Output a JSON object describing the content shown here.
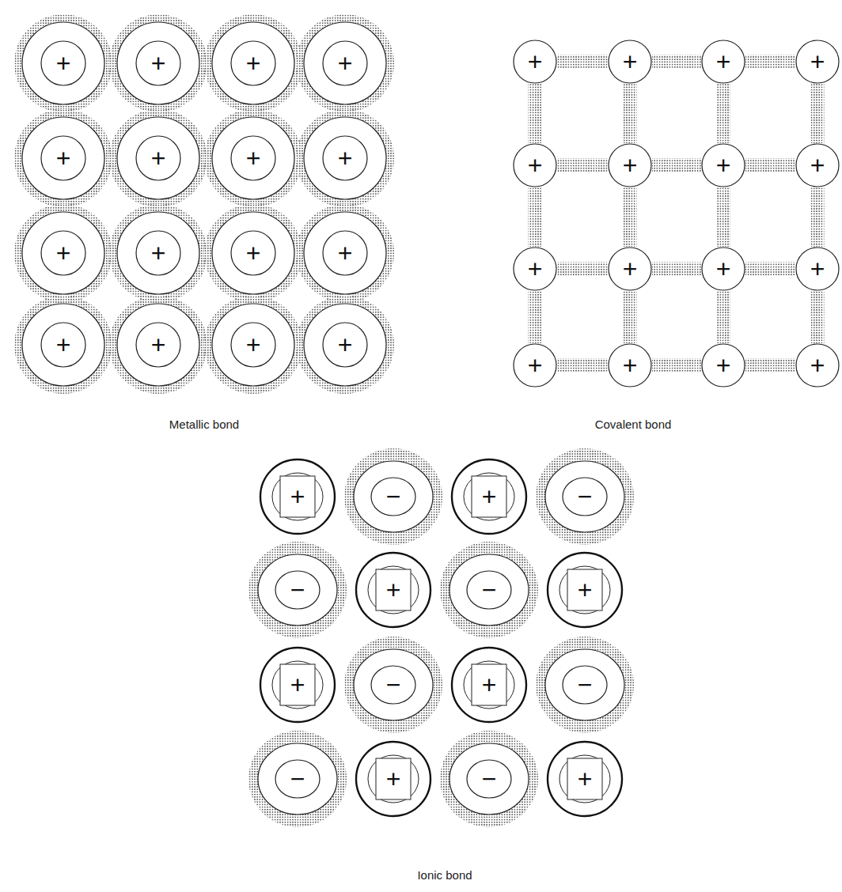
{
  "diagram": {
    "nodes": [
      {
        "text": [
          "+"
        ]
      },
      {
        "text": [
          "+"
        ]
      },
      {
        "text": [
          "+"
        ]
      },
      {
        "text": [
          "+"
        ]
      },
      {
        "text": [
          "+"
        ]
      },
      {
        "text": [
          "+"
        ]
      },
      {
        "text": [
          "+"
        ]
      },
      {
        "text": [
          "+"
        ]
      },
      {
        "text": [
          "+"
        ]
      },
      {
        "text": [
          "+"
        ]
      },
      {
        "text": [
          "+"
        ]
      },
      {
        "text": [
          "+"
        ]
      },
      {
        "text": [
          "+"
        ]
      },
      {
        "text": [
          "+"
        ]
      },
      {
        "text": [
          "+"
        ]
      },
      {
        "text": [
          "+"
        ]
      },
      {
        "text": [
          "+"
        ]
      },
      {
        "text": [
          "+"
        ]
      },
      {
        "text": [
          "+"
        ]
      },
      {
        "text": [
          "+"
        ]
      },
      {
        "text": [
          "+"
        ]
      },
      {
        "text": [
          "+"
        ]
      },
      {
        "text": [
          "+"
        ]
      },
      {
        "text": [
          "+"
        ]
      },
      {
        "text": [
          "+"
        ]
      },
      {
        "text": [
          "+"
        ]
      },
      {
        "text": [
          "+"
        ]
      },
      {
        "text": [
          "+"
        ]
      },
      {
        "text": [
          "+"
        ]
      },
      {
        "text": [
          "+"
        ]
      },
      {
        "text": [
          "+"
        ]
      },
      {
        "text": [
          "+"
        ]
      },
      {
        "text": [
          "+"
        ]
      },
      {
        "text": [
          "−"
        ]
      },
      {
        "text": [
          "+"
        ]
      },
      {
        "text": [
          "−"
        ]
      },
      {
        "text": [
          "−"
        ]
      },
      {
        "text": [
          "+"
        ]
      },
      {
        "text": [
          "−"
        ]
      },
      {
        "text": [
          "+"
        ]
      },
      {
        "text": [
          "+"
        ]
      },
      {
        "text": [
          "−"
        ]
      },
      {
        "text": [
          "+"
        ]
      },
      {
        "text": [
          "−"
        ]
      },
      {
        "text": [
          "−"
        ]
      },
      {
        "text": [
          "+"
        ]
      },
      {
        "text": [
          "−"
        ]
      },
      {
        "text": [
          "+"
        ]
      }
    ],
    "edges": [
      {
        "from": 16,
        "to": 17,
        "arrow": "none"
      },
      {
        "from": 17,
        "to": 18,
        "arrow": "none"
      },
      {
        "from": 18,
        "to": 19,
        "arrow": "none"
      },
      {
        "from": 20,
        "to": 21,
        "arrow": "none"
      },
      {
        "from": 21,
        "to": 22,
        "arrow": "none"
      },
      {
        "from": 22,
        "to": 23,
        "arrow": "none"
      },
      {
        "from": 24,
        "to": 25,
        "arrow": "none"
      },
      {
        "from": 25,
        "to": 26,
        "arrow": "none"
      },
      {
        "from": 26,
        "to": 27,
        "arrow": "none"
      },
      {
        "from": 28,
        "to": 29,
        "arrow": "none"
      },
      {
        "from": 29,
        "to": 30,
        "arrow": "none"
      },
      {
        "from": 30,
        "to": 31,
        "arrow": "none"
      },
      {
        "from": 16,
        "to": 20,
        "arrow": "none"
      },
      {
        "from": 17,
        "to": 21,
        "arrow": "none"
      },
      {
        "from": 18,
        "to": 22,
        "arrow": "none"
      },
      {
        "from": 19,
        "to": 23,
        "arrow": "none"
      },
      {
        "from": 20,
        "to": 24,
        "arrow": "none"
      },
      {
        "from": 21,
        "to": 25,
        "arrow": "none"
      },
      {
        "from": 22,
        "to": 26,
        "arrow": "none"
      },
      {
        "from": 23,
        "to": 27,
        "arrow": "none"
      },
      {
        "from": 24,
        "to": 28,
        "arrow": "none"
      },
      {
        "from": 25,
        "to": 29,
        "arrow": "none"
      },
      {
        "from": 26,
        "to": 30,
        "arrow": "none"
      },
      {
        "from": 27,
        "to": 31,
        "arrow": "none"
      }
    ],
    "labels": [
      "Metallic bond",
      "Covalent bond",
      "Ionic bond"
    ]
  }
}
